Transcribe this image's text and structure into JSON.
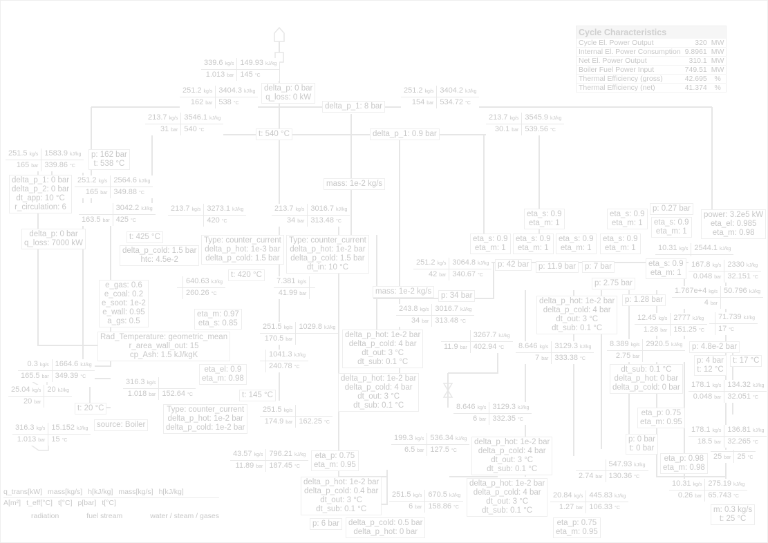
{
  "units": {
    "mass": "kg/s",
    "h": "kJ/kg",
    "p": "bar",
    "t": "°C"
  },
  "streams": [
    {
      "mass": "339.6",
      "h": "149.93",
      "p": "1.013",
      "t": "145"
    },
    {
      "mass": "251.2",
      "h": "3404.3",
      "p": "162",
      "t": "538"
    },
    {
      "mass": "251.2",
      "h": "3404.2",
      "p": "154",
      "t": "534.72"
    },
    {
      "mass": "213.7",
      "h": "3546.1",
      "p": "31",
      "t": "540"
    },
    {
      "mass": "213.7",
      "h": "3545.9",
      "p": "30.1",
      "t": "539.56"
    },
    {
      "mass": "251.5",
      "h": "1583.9",
      "p": "165",
      "t": "339.86"
    },
    {
      "mass": "251.2",
      "h": "2564.6",
      "p": "165",
      "t": "349.88"
    },
    {
      "mass": "",
      "h": "3042.2",
      "p": "163.5",
      "t": "425"
    },
    {
      "mass": "213.7",
      "h": "3273.1",
      "p": "",
      "t": "420"
    },
    {
      "mass": "213.7",
      "h": "3016.7",
      "p": "34",
      "t": "313.48"
    },
    {
      "mass": "251.2",
      "h": "3064.8",
      "p": "42",
      "t": "340.67"
    },
    {
      "mass": "243.8",
      "h": "3016.7",
      "p": "34",
      "t": "313.48"
    },
    {
      "mass": "",
      "h": "3267.7",
      "p": "11.9",
      "t": "402.94"
    },
    {
      "mass": "8.646",
      "h": "3129.3",
      "p": "7",
      "t": "333.38"
    },
    {
      "mass": "8.646",
      "h": "3129.3",
      "p": "6",
      "t": "332.35"
    },
    {
      "mass": "251.5",
      "h": "1029.8",
      "p": "170.5",
      "t": ""
    },
    {
      "mass": "",
      "h": "1041.3",
      "p": "",
      "t": "240.78"
    },
    {
      "mass": "251.5",
      "h": "",
      "p": "174.9",
      "t": "162.25"
    },
    {
      "mass": "316.3",
      "h": "",
      "p": "1.018",
      "t": "152.64"
    },
    {
      "mass": "0.3",
      "h": "1664.6",
      "p": "165.5",
      "t": "349.39"
    },
    {
      "mass": "25.04",
      "h": "20",
      "p": "20",
      "t": ""
    },
    {
      "mass": "316.3",
      "h": "15.152",
      "p": "1.013",
      "t": "15"
    },
    {
      "mass": "43.57",
      "h": "796.21",
      "p": "11.89",
      "t": "187.45"
    },
    {
      "mass": "199.3",
      "h": "536.34",
      "p": "6.5",
      "t": "127.5"
    },
    {
      "mass": "251.5",
      "h": "670.5",
      "p": "6",
      "t": "158.86"
    },
    {
      "mass": "20.84",
      "h": "445.83",
      "p": "1.27",
      "t": "106.33"
    },
    {
      "mass": "",
      "h": "547.93",
      "p": "2.74",
      "t": "130.36"
    },
    {
      "mass": "167.8",
      "h": "2330",
      "p": "0.048",
      "t": "32.151"
    },
    {
      "mass": "178.1",
      "h": "134.32",
      "p": "0.048",
      "t": "32.051"
    },
    {
      "mass": "178.1",
      "h": "136.81",
      "p": "18.5",
      "t": "32.265"
    },
    {
      "mass": "10.31",
      "h": "275.19",
      "p": "0.26",
      "t": "65.743"
    },
    {
      "mass": "12.45",
      "h": "2777",
      "p": "1.28",
      "t": "151.25"
    },
    {
      "mass": "8.389",
      "h": "2920.5",
      "p": "2.75",
      "t": ""
    },
    {
      "mass": "1.767e+4",
      "h": "50.796",
      "p": "4",
      "t": ""
    },
    {
      "mass": "",
      "h": "71.739",
      "p": "",
      "t": "17"
    },
    {
      "mass": "10.31",
      "h": "2544.1",
      "p": "",
      "t": ""
    },
    {
      "mass": "",
      "h": "640.63",
      "p": "",
      "t": "260.26"
    },
    {
      "mass": "7.381",
      "h": "",
      "p": "41.99",
      "t": ""
    },
    {
      "mass": "",
      "h": "",
      "p": "25",
      "t": "25"
    }
  ],
  "components": [
    {
      "lines": [
        "delta_p: 0 bar",
        "q_loss: 0 kW"
      ]
    },
    {
      "lines": [
        "delta_p_1: 8 bar"
      ]
    },
    {
      "lines": [
        "t: 540 °C"
      ]
    },
    {
      "lines": [
        "delta_p_1: 0.9 bar"
      ]
    },
    {
      "lines": [
        "mass: 1e-2 kg/s"
      ]
    },
    {
      "lines": [
        "delta_p_1: 0 bar",
        "delta_p_2: 0 bar",
        "dt_app: 10 °C",
        "r_circulation: 6"
      ]
    },
    {
      "lines": [
        "p: 162 bar",
        "t: 538 °C"
      ]
    },
    {
      "lines": [
        "delta_p: 0 bar",
        "q_loss: 7000 kW"
      ]
    },
    {
      "lines": [
        "e_gas: 0.6",
        "e_coal: 0.2",
        "e_soot: 1e-2",
        "e_wall: 0.95",
        "a_gs: 0.5"
      ]
    },
    {
      "lines": [
        "t: 425 °C"
      ]
    },
    {
      "lines": [
        "delta_p_cold: 1.5 bar",
        "htc: 4.5e-2"
      ]
    },
    {
      "lines": [
        "Type: counter_current",
        "delta_p_hot: 1e-3 bar",
        "delta_p_cold: 1.5 bar"
      ]
    },
    {
      "lines": [
        "t: 420 °C"
      ]
    },
    {
      "lines": [
        "Rad_Temperature: geometric_mean",
        "r_area_wall_out: 15",
        "cp_Ash: 1.5 kJ/kgK"
      ]
    },
    {
      "lines": [
        "Type: counter_current",
        "delta_p_hot: 1e-2 bar",
        "delta_p_cold: 1.5 bar",
        "dt_in: 10 °C"
      ]
    },
    {
      "lines": [
        "delta_p_hot: 1e-2 bar",
        "delta_p_cold: 4 bar",
        "dt_out: 3 °C",
        "dt_sub: 0.1 °C"
      ]
    },
    {
      "lines": [
        "delta_p_hot: 1e-2 bar",
        "delta_p_cold: 4 bar",
        "dt_out: 3 °C",
        "dt_sub: 0.1 °C"
      ]
    },
    {
      "lines": [
        "delta_p_hot: 1e-2 bar",
        "delta_p_cold: 0.4 bar",
        "dt_out: 3 °C",
        "dt_sub: 0.1 °C"
      ]
    },
    {
      "lines": [
        "mass: 1e-2 kg/s"
      ]
    },
    {
      "lines": [
        "p: 42 bar"
      ]
    },
    {
      "lines": [
        "p: 34 bar"
      ]
    },
    {
      "lines": [
        "eta_el: 0.9",
        "eta_m: 0.98"
      ]
    },
    {
      "lines": [
        "eta_m: 0.97",
        "eta_s: 0.85"
      ]
    },
    {
      "lines": [
        "Type: counter_current",
        "delta_p_hot: 1e-2 bar",
        "delta_p_cold: 1e-2 bar"
      ]
    },
    {
      "lines": [
        "t: 145 °C"
      ]
    },
    {
      "lines": [
        "t: 20 °C"
      ]
    },
    {
      "lines": [
        "source: Boiler"
      ]
    },
    {
      "lines": [
        "eta_s: 0.9",
        "eta_m: 1"
      ]
    },
    {
      "lines": [
        "eta_s: 0.9",
        "eta_m: 1"
      ]
    },
    {
      "lines": [
        "eta_s: 0.9",
        "eta_m: 1"
      ]
    },
    {
      "lines": [
        "eta_s: 0.9",
        "eta_m: 1"
      ]
    },
    {
      "lines": [
        "eta_s: 0.9",
        "eta_m: 1"
      ]
    },
    {
      "lines": [
        "eta_s: 0.9",
        "eta_m: 1"
      ]
    },
    {
      "lines": [
        "eta_s: 0.9",
        "eta_m: 1"
      ]
    },
    {
      "lines": [
        "eta_s: 0.9",
        "eta_m: 1"
      ]
    },
    {
      "lines": [
        "power: 3.2e5 kW",
        "eta_el: 0.985",
        "eta_m: 0.98"
      ]
    },
    {
      "lines": [
        "p: 11.9 bar"
      ]
    },
    {
      "lines": [
        "p: 7 bar"
      ]
    },
    {
      "lines": [
        "p: 2.75 bar"
      ]
    },
    {
      "lines": [
        "p: 1.28 bar"
      ]
    },
    {
      "lines": [
        "p: 0.27 bar"
      ]
    },
    {
      "lines": [
        "p: 4.8e-2 bar"
      ]
    },
    {
      "lines": [
        "t: 17 °C"
      ]
    },
    {
      "lines": [
        "dt_sub: 0.1 °C",
        "delta_p_hot: 0 bar",
        "delta_p_cold: 0 bar"
      ]
    },
    {
      "lines": [
        "p: 4 bar",
        "t: 12 °C"
      ]
    },
    {
      "lines": [
        "eta_p: 0.75",
        "eta_m: 0.95"
      ]
    },
    {
      "lines": [
        "eta_p: 0.98",
        "eta_m: 0.98"
      ]
    },
    {
      "lines": [
        "delta_p_hot: 1e-2 bar",
        "delta_p_cold: 4 bar",
        "dt_out: 3 °C",
        "dt_sub: 0.1 °C"
      ]
    },
    {
      "lines": [
        "delta_p_hot: 1e-2 bar",
        "delta_p_cold: 4 bar",
        "dt_out: 3 °C",
        "dt_sub: 0.1 °C"
      ]
    },
    {
      "lines": [
        "delta_p_hot: 1e-2 bar",
        "delta_p_cold: 4 bar",
        "dt_out: 3 °C",
        "dt_sub: 0.1 °C"
      ]
    },
    {
      "lines": [
        "p: 0 bar",
        "t: 0 bar"
      ]
    },
    {
      "lines": [
        "m: 0.3 kg/s",
        "t: 25 °C"
      ]
    },
    {
      "lines": [
        "eta_p: 0.75",
        "eta_m: 0.95"
      ]
    },
    {
      "lines": [
        "delta_p_cold: 0.5 bar",
        "delta_p_hot: 0 bar"
      ]
    },
    {
      "lines": [
        "eta_p: 0.75",
        "eta_m: 0.95"
      ]
    },
    {
      "lines": [
        "p: 6 bar"
      ]
    }
  ],
  "cycle": {
    "title": "Cycle Characteristics",
    "rows": [
      {
        "label": "Cycle El. Power Output",
        "value": "320",
        "unit": "MW"
      },
      {
        "label": "Internal El. Power Consumption",
        "value": "9.8961",
        "unit": "MW"
      },
      {
        "label": "Net El. Power Output",
        "value": "310.1",
        "unit": "MW"
      },
      {
        "label": "Boiler Fuel Power Input",
        "value": "749.51",
        "unit": "MW"
      },
      {
        "label": "Thermal Efficiency (gross)",
        "value": "42.695",
        "unit": "%"
      },
      {
        "label": "Thermal Efficiency (net)",
        "value": "41.374",
        "unit": "%"
      }
    ]
  },
  "legend": {
    "radiation": {
      "top": "q_trans[kW]",
      "bottom": "A[m²]",
      "right": "t_eff[°C]",
      "caption": "radiation"
    },
    "fuel": {
      "m": "mass[kg/s]",
      "h": "h[kJ/kg]",
      "t": "t[°C]",
      "caption": "fuel stream"
    },
    "water": {
      "m": "mass[kg/s]",
      "h": "h[kJ/kg]",
      "p": "p[bar]",
      "t": "t[°C]",
      "caption": "water / steam / gases"
    }
  }
}
